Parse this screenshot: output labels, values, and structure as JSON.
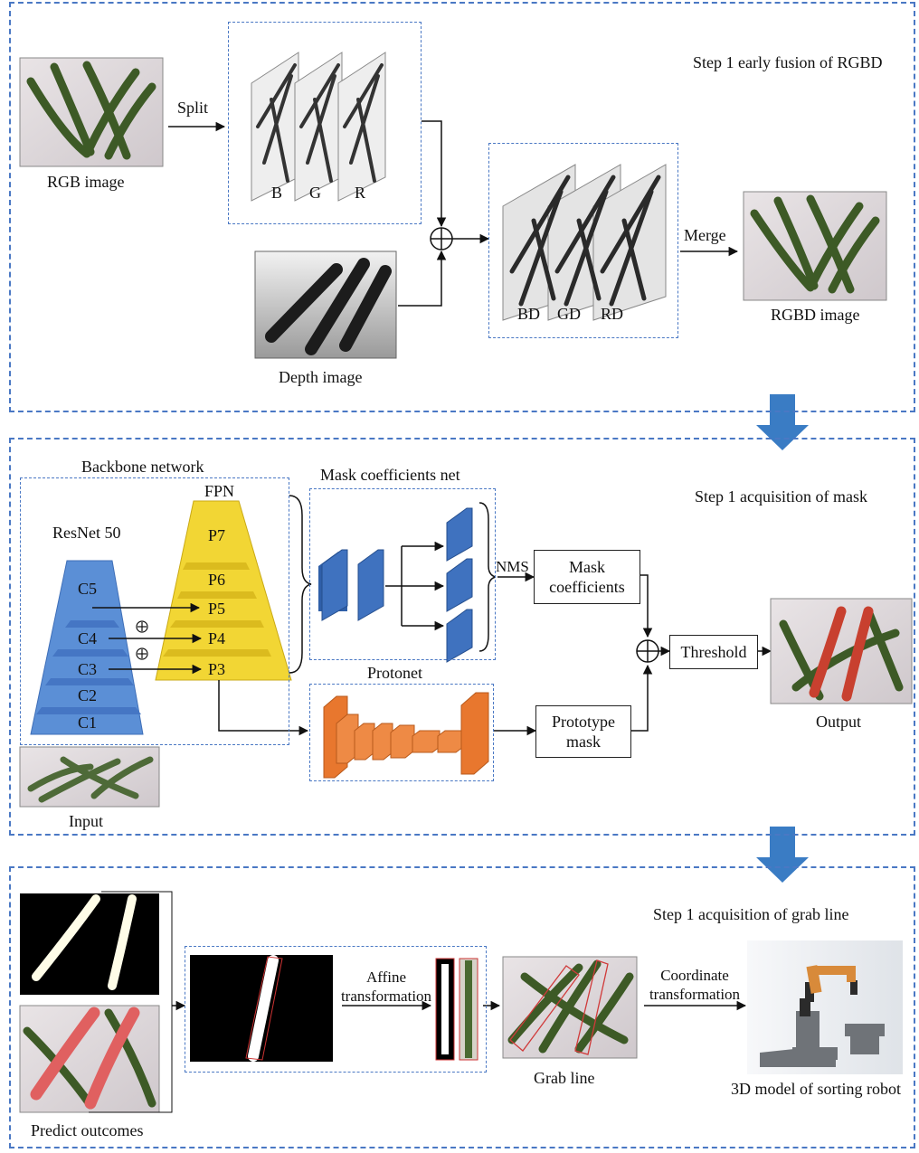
{
  "step1": {
    "title": "Step 1 early fusion of RGBD",
    "rgb_label": "RGB image",
    "split_label": "Split",
    "channels": [
      "B",
      "G",
      "R"
    ],
    "depth_label": "Depth image",
    "fused_channels": [
      "BD",
      "GD",
      "RD"
    ],
    "merge_label": "Merge",
    "rgbd_label": "RGBD image"
  },
  "step2": {
    "title": "Step 1 acquisition of mask",
    "backbone_label": "Backbone network",
    "fpn_label": "FPN",
    "resnet_label": "ResNet 50",
    "c_levels": [
      "C5",
      "C4",
      "C3",
      "C2",
      "C1"
    ],
    "p_levels": [
      "P7",
      "P6",
      "P5",
      "P4",
      "P3"
    ],
    "mask_coef_net_label": "Mask coefficients net",
    "nms_label": "NMS",
    "mask_coef_label": "Mask coefficients",
    "threshold_label": "Threshold",
    "output_label": "Output",
    "protonet_label": "Protonet",
    "prototype_label": "Prototype mask",
    "input_label": "Input"
  },
  "step3": {
    "title": "Step 1 acquisition of grab line",
    "predict_label": "Predict outcomes",
    "affine_label": "Affine transformation",
    "grabline_label": "Grab line",
    "coord_label": "Coordinate transformation",
    "robot_label": "3D model of sorting robot"
  },
  "colors": {
    "panel_border": "#4a78c4",
    "flow_arrow": "#3a7cc4",
    "resnet_blue": "#5b8fd6",
    "fpn_yellow": "#f2d634",
    "protonet_orange": "#e8772e",
    "coef_blue": "#2f5fa8",
    "mask_red": "#d0473a"
  }
}
